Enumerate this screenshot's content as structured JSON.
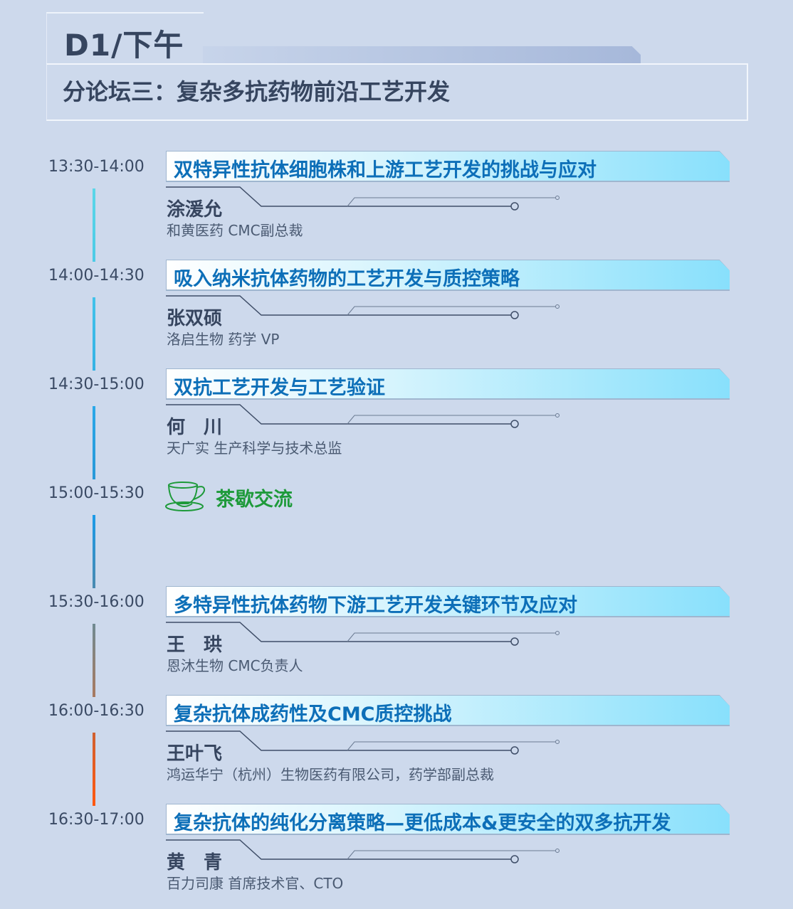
{
  "header": {
    "day": "D1/下午",
    "forum": "分论坛三：复杂多抗药物前沿工艺开发"
  },
  "sessions": [
    {
      "time": "13:30-14:00",
      "title": "双特异性抗体细胞株和上游工艺开发的挑战与应对",
      "speaker": "涂湲允",
      "org": "和黄医药 CMC副总裁"
    },
    {
      "time": "14:00-14:30",
      "title": "吸入纳米抗体药物的工艺开发与质控策略",
      "speaker": "张双硕",
      "org": "洛启生物 药学 VP"
    },
    {
      "time": "14:30-15:00",
      "title": "双抗工艺开发与工艺验证",
      "speaker": "何　川",
      "org": "天广实 生产科学与技术总监"
    },
    {
      "time": "15:00-15:30",
      "break": true,
      "title": "茶歇交流",
      "icon": "tea-cup-icon"
    },
    {
      "time": "15:30-16:00",
      "title": "多特异性抗体药物下游工艺开发关键环节及应对",
      "speaker": "王　珙",
      "org": "恩沐生物 CMC负责人"
    },
    {
      "time": "16:00-16:30",
      "title": "复杂抗体成药性及CMC质控挑战",
      "speaker": "王叶飞",
      "org": "鸿运华宁（杭州）生物医药有限公司，药学部副总裁"
    },
    {
      "time": "16:30-17:00",
      "title": "复杂抗体的纯化分离策略—更低成本&更安全的双多抗开发",
      "speaker": "黄　青",
      "org": "百力司康 首席技术官、CTO"
    }
  ],
  "colors": {
    "title": "#0d6fb8",
    "break": "#1e9a3a",
    "text": "#36455f"
  },
  "timeline_colors": [
    [
      "#5ad6e8",
      "#4ccbe6"
    ],
    [
      "#42c2ea",
      "#34b2e4"
    ],
    [
      "#2aa8e8",
      "#2898d8"
    ],
    [
      "#1a9ae8",
      "#4a8ab0"
    ],
    [
      "#708a92",
      "#a87a60"
    ],
    [
      "#d06030",
      "#ff5810"
    ]
  ]
}
